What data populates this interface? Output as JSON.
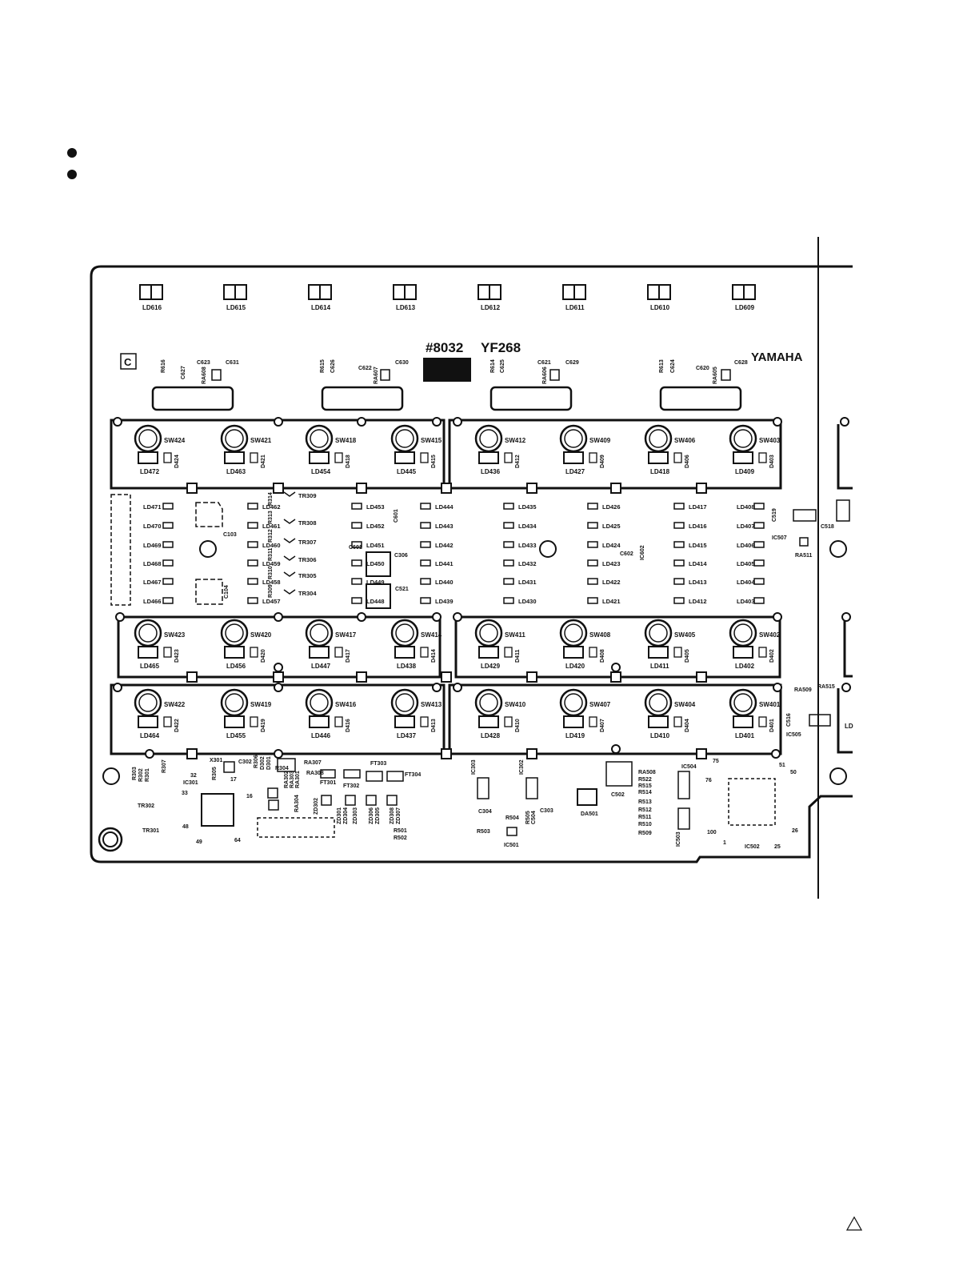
{
  "board": {
    "marking": "#8032",
    "model_code": "YF268",
    "brand_logo": "YAMAHA",
    "side_mark": "C"
  },
  "top_leds": [
    "LD616",
    "LD615",
    "LD614",
    "LD613",
    "LD612",
    "LD611",
    "LD610",
    "LD609"
  ],
  "parts_top": [
    "R616",
    "C627",
    "RA608",
    "C623",
    "C631",
    "R615",
    "C626",
    "C622",
    "RA607",
    "C630",
    "R614",
    "C625",
    "RA606",
    "C621",
    "C629",
    "R613",
    "C624",
    "RA605",
    "C620",
    "C628"
  ],
  "switches": [
    {
      "sw": "SW424",
      "ld": "LD472",
      "d": "D424"
    },
    {
      "sw": "SW421",
      "ld": "LD463",
      "d": "D421"
    },
    {
      "sw": "SW418",
      "ld": "LD454",
      "d": "D418"
    },
    {
      "sw": "SW415",
      "ld": "LD445",
      "d": "D415"
    },
    {
      "sw": "SW412",
      "ld": "LD436",
      "d": "D412"
    },
    {
      "sw": "SW409",
      "ld": "LD427",
      "d": "D409"
    },
    {
      "sw": "SW406",
      "ld": "LD418",
      "d": "D406"
    },
    {
      "sw": "SW403",
      "ld": "LD409",
      "d": "D403"
    },
    {
      "sw": "SW423",
      "ld": "LD465",
      "d": "D423"
    },
    {
      "sw": "SW420",
      "ld": "LD456",
      "d": "D420"
    },
    {
      "sw": "SW417",
      "ld": "LD447",
      "d": "D417"
    },
    {
      "sw": "SW414",
      "ld": "LD438",
      "d": "D414"
    },
    {
      "sw": "SW411",
      "ld": "LD429",
      "d": "D411"
    },
    {
      "sw": "SW408",
      "ld": "LD420",
      "d": "D408"
    },
    {
      "sw": "SW405",
      "ld": "LD411",
      "d": "D405"
    },
    {
      "sw": "SW402",
      "ld": "LD402",
      "d": "D402"
    },
    {
      "sw": "SW422",
      "ld": "LD464",
      "d": "D422"
    },
    {
      "sw": "SW419",
      "ld": "LD455",
      "d": "D419"
    },
    {
      "sw": "SW416",
      "ld": "LD446",
      "d": "D416"
    },
    {
      "sw": "SW413",
      "ld": "LD437",
      "d": "D413"
    },
    {
      "sw": "SW410",
      "ld": "LD428",
      "d": "D410"
    },
    {
      "sw": "SW407",
      "ld": "LD419",
      "d": "D407"
    },
    {
      "sw": "SW404",
      "ld": "LD410",
      "d": "D404"
    },
    {
      "sw": "SW401",
      "ld": "LD401",
      "d": "D401"
    }
  ],
  "led_columns": [
    [
      "LD471",
      "LD470",
      "LD469",
      "LD468",
      "LD467",
      "LD466"
    ],
    [
      "LD462",
      "LD461",
      "LD460",
      "LD459",
      "LD458",
      "LD457"
    ],
    [
      "LD453",
      "LD452",
      "LD451",
      "LD450",
      "LD449",
      "LD448"
    ],
    [
      "LD444",
      "LD443",
      "LD442",
      "LD441",
      "LD440",
      "LD439"
    ],
    [
      "LD435",
      "LD434",
      "LD433",
      "LD432",
      "LD431",
      "LD430"
    ],
    [
      "LD426",
      "LD425",
      "LD424",
      "LD423",
      "LD422",
      "LD421"
    ],
    [
      "LD417",
      "LD416",
      "LD415",
      "LD414",
      "LD413",
      "LD412"
    ],
    [
      "LD408",
      "LD407",
      "LD406",
      "LD405",
      "LD404",
      "LD403"
    ]
  ],
  "transistors": [
    "TR309",
    "TR308",
    "TR307",
    "TR306",
    "TR305",
    "TR304"
  ],
  "resistors_mid": [
    "R314",
    "R313",
    "R312",
    "R311",
    "R310",
    "R309"
  ],
  "parts_mid": [
    "C103",
    "C104",
    "C601",
    "C601",
    "C306",
    "C521",
    "C602",
    "IC602",
    "C519",
    "C518",
    "IC507",
    "RA511",
    "RA509",
    "RA515",
    "C516",
    "IC505"
  ],
  "parts_bottom": [
    "R303",
    "R302",
    "R301",
    "R307",
    "X301",
    "R305",
    "R306",
    "C302",
    "D302",
    "D301",
    "R304",
    "RA307",
    "RA302",
    "RA303",
    "RA301",
    "RA308",
    "RA304",
    "FT301",
    "FT302",
    "FT303",
    "FT304",
    "IC301",
    "TR302",
    "TR301",
    "ZD302",
    "ZD301",
    "ZD304",
    "ZD303",
    "ZD306",
    "ZD305",
    "ZD308",
    "ZD307",
    "R501",
    "R502",
    "IC303",
    "C304",
    "IC302",
    "C303",
    "R504",
    "R505",
    "C504",
    "R503",
    "IC501",
    "C502",
    "DA501",
    "RA508",
    "R522",
    "R515",
    "R514",
    "R513",
    "R512",
    "R511",
    "R510",
    "R509",
    "IC504",
    "IC503",
    "IC502"
  ],
  "pin_numbers": [
    "33",
    "32",
    "17",
    "16",
    "48",
    "49",
    "64",
    "75",
    "76",
    "51",
    "50",
    "100",
    "26",
    "1",
    "25"
  ],
  "edge_partial": "LD"
}
